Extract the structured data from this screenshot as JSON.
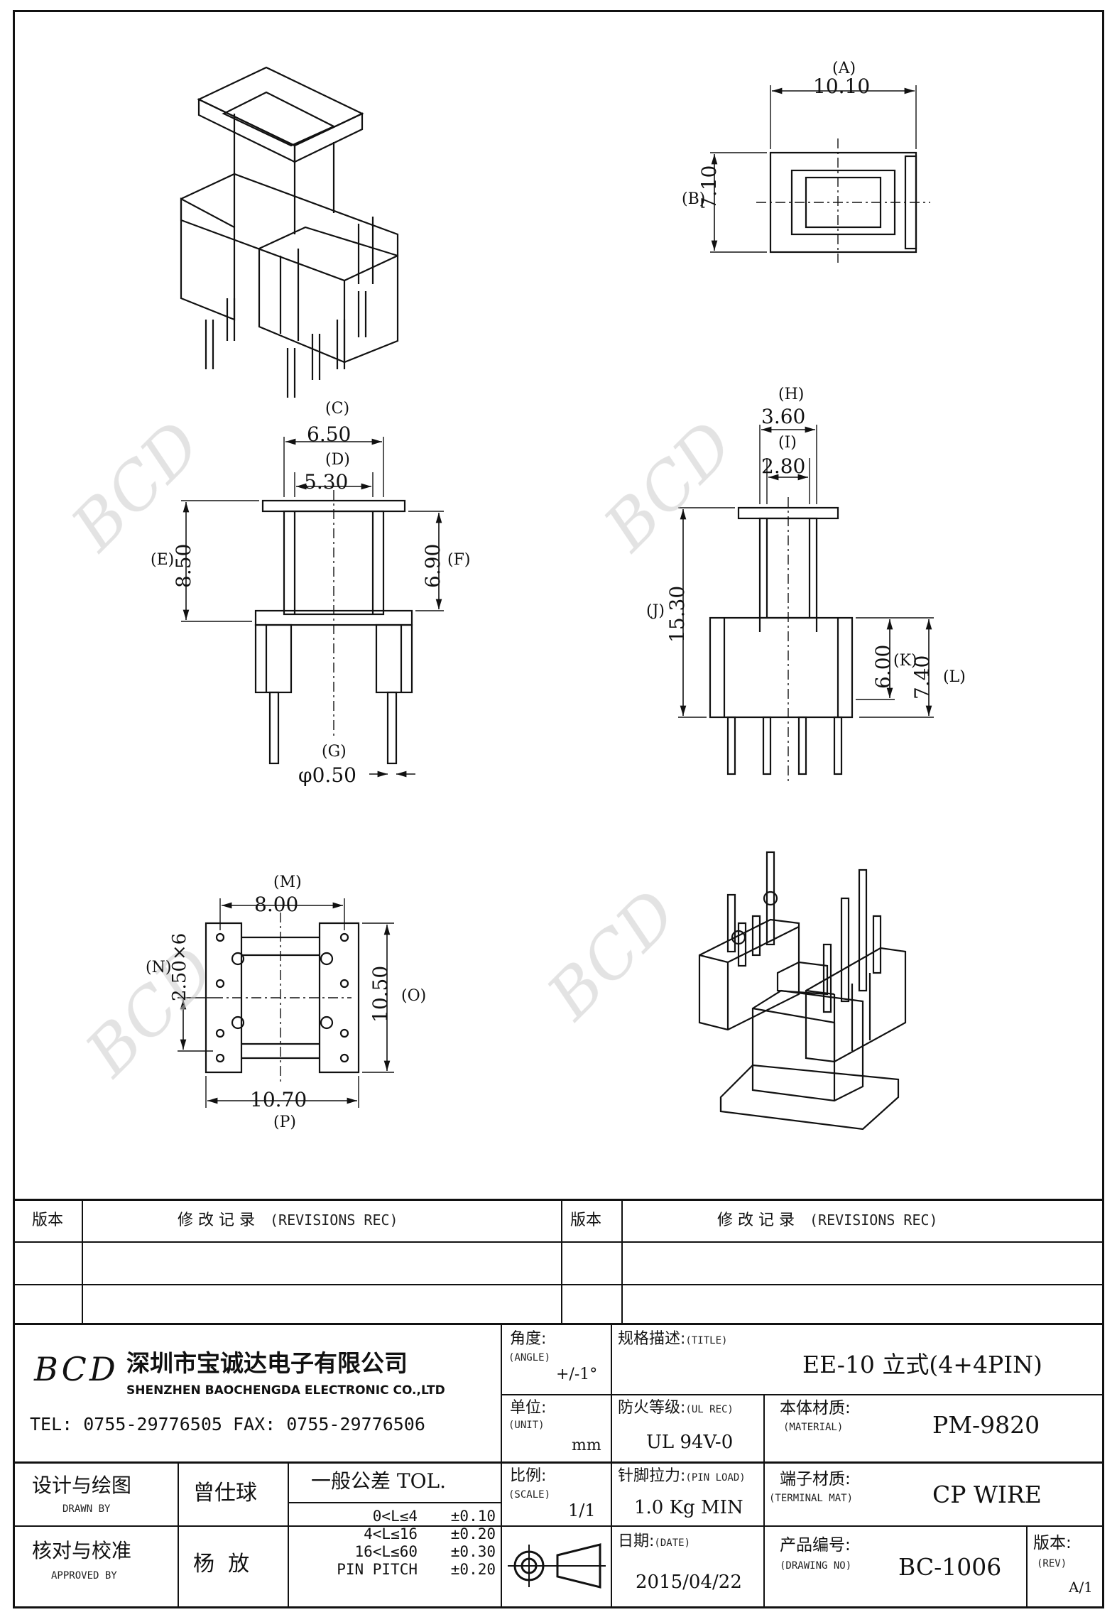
{
  "dims": {
    "A": {
      "tag": "A",
      "value": "10.10"
    },
    "B": {
      "tag": "B",
      "value": "7.10"
    },
    "C": {
      "tag": "C",
      "value": "6.50"
    },
    "D": {
      "tag": "D",
      "value": "5.30"
    },
    "E": {
      "tag": "E",
      "value": "8.50"
    },
    "F": {
      "tag": "F",
      "value": "6.90"
    },
    "G": {
      "tag": "G",
      "value": "φ0.50"
    },
    "H": {
      "tag": "H",
      "value": "3.60"
    },
    "I": {
      "tag": "I",
      "value": "2.80"
    },
    "J": {
      "tag": "J",
      "value": "15.30"
    },
    "K": {
      "tag": "K",
      "value": "6.00"
    },
    "L": {
      "tag": "L",
      "value": "7.40"
    },
    "M": {
      "tag": "M",
      "value": "8.00"
    },
    "N": {
      "tag": "N",
      "value": "2.50×6"
    },
    "O": {
      "tag": "O",
      "value": "10.50"
    },
    "P": {
      "tag": "P",
      "value": "10.70"
    }
  },
  "revisions": {
    "version_label": "版本",
    "rec_label": "修 改 记 录",
    "rec_label_en": "(REVISIONS REC)"
  },
  "company": {
    "logo_text": "BCD",
    "name_cn": "深圳市宝诚达电子有限公司",
    "name_en": "SHENZHEN BAOCHENGDA ELECTRONIC CO.,LTD",
    "contact": "TEL: 0755-29776505  FAX: 0755-29776506"
  },
  "angle": {
    "label": "角度:",
    "label_en": "(ANGLE)",
    "value": "+/-1°"
  },
  "spec": {
    "label": "规格描述:",
    "label_en": "(TITLE)",
    "value": "EE-10 立式(4+4PIN)"
  },
  "unit": {
    "label": "单位:",
    "label_en": "(UNIT)",
    "value": "mm"
  },
  "fire": {
    "label": "防火等级:",
    "label_en": "(UL REC)",
    "value": "UL 94V-0"
  },
  "material": {
    "label": "本体材质:",
    "label_en": "(MATERIAL)",
    "value": "PM-9820"
  },
  "scale": {
    "label": "比例:",
    "label_en": "(SCALE)",
    "value": "1/1"
  },
  "pin_load": {
    "label": "针脚拉力:",
    "label_en": "(PIN LOAD)",
    "value": "1.0 Kg MIN"
  },
  "terminal": {
    "label": "端子材质:",
    "label_en": "(TERMINAL MAT)",
    "value": "CP WIRE"
  },
  "date": {
    "label": "日期:",
    "label_en": "(DATE)",
    "value": "2015/04/22"
  },
  "drawing_no": {
    "label": "产品编号:",
    "label_en": "(DRAWING NO)",
    "value": "BC-1006"
  },
  "rev": {
    "label": "版本:",
    "label_en": "(REV)",
    "value": "A/1"
  },
  "drawn": {
    "label": "设计与绘图",
    "label_en": "DRAWN BY",
    "name": "曾仕球"
  },
  "approved": {
    "label": "核对与校准",
    "label_en": "APPROVED BY",
    "name": "杨  放"
  },
  "tolerance": {
    "title": "一般公差 TOL.",
    "rows": [
      {
        "range": "0<L≤4",
        "tol": "±0.10"
      },
      {
        "range": "4<L≤16",
        "tol": "±0.20"
      },
      {
        "range": "16<L≤60",
        "tol": "±0.30"
      },
      {
        "range": "PIN PITCH",
        "tol": "±0.20"
      }
    ]
  }
}
